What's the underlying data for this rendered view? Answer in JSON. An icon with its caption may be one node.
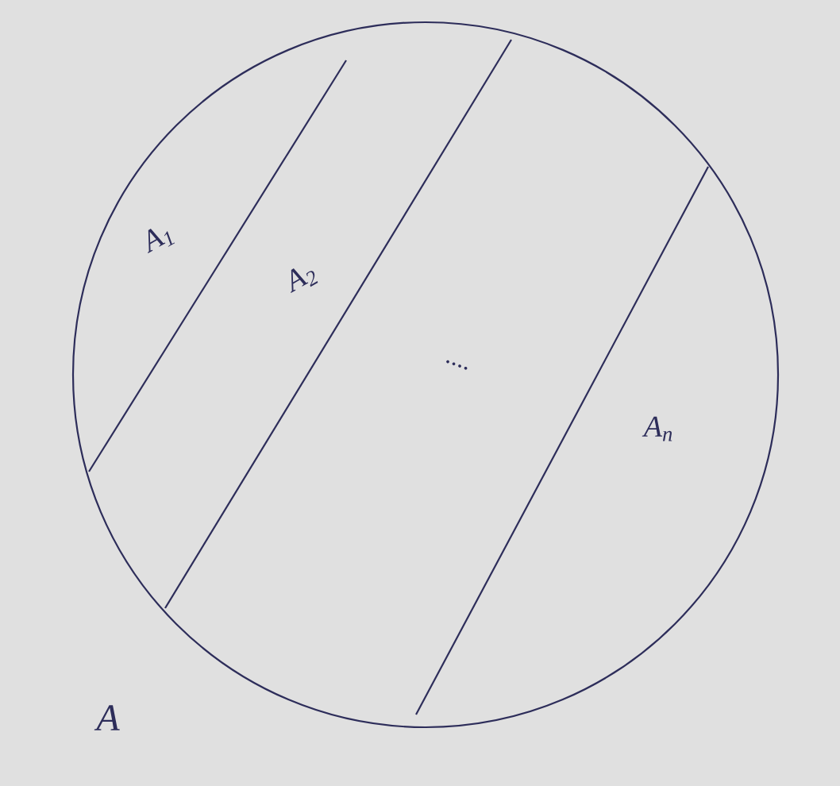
{
  "diagram": {
    "labels": [
      "A$_{1}$",
      "A$_{2}$",
      "....",
      "A$_{n}$",
      "A"
    ]
  }
}
